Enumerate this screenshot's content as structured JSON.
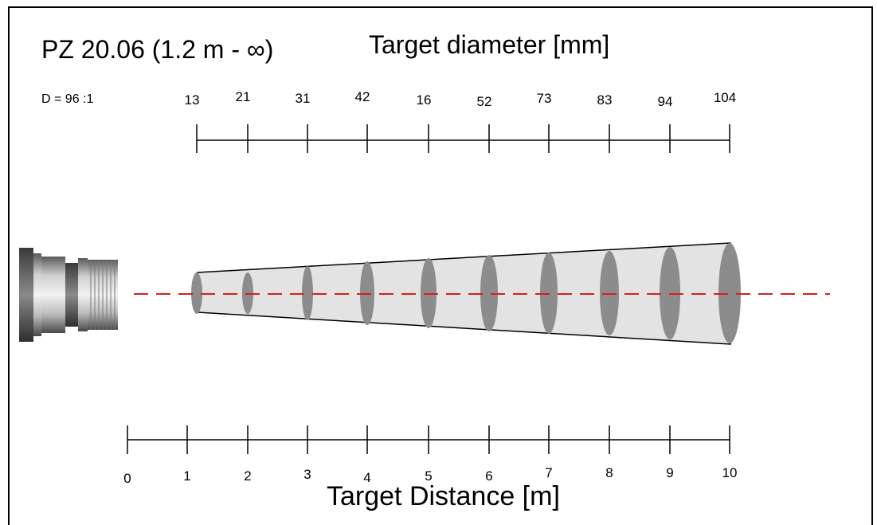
{
  "title": "PZ 20.06 (1.2 m - ∞)",
  "heading": "Target diameter [mm]",
  "ratio": "D = 96 :1",
  "xlabel": "Target Distance [m]",
  "diameter_labels": [
    "13",
    "21",
    "31",
    "42",
    "16",
    "52",
    "73",
    "83",
    "94",
    "104"
  ],
  "distance_labels": [
    "0",
    "1",
    "2",
    "3",
    "4",
    "5",
    "6",
    "7",
    "8",
    "9",
    "10"
  ],
  "colors": {
    "beam_fill": "#e3e3e3",
    "spot_fill": "#8c8c8c",
    "axis_line": "#d42020",
    "ink": "#000000"
  },
  "icons": {
    "sensor": "pyrometer-sensor-icon"
  }
}
